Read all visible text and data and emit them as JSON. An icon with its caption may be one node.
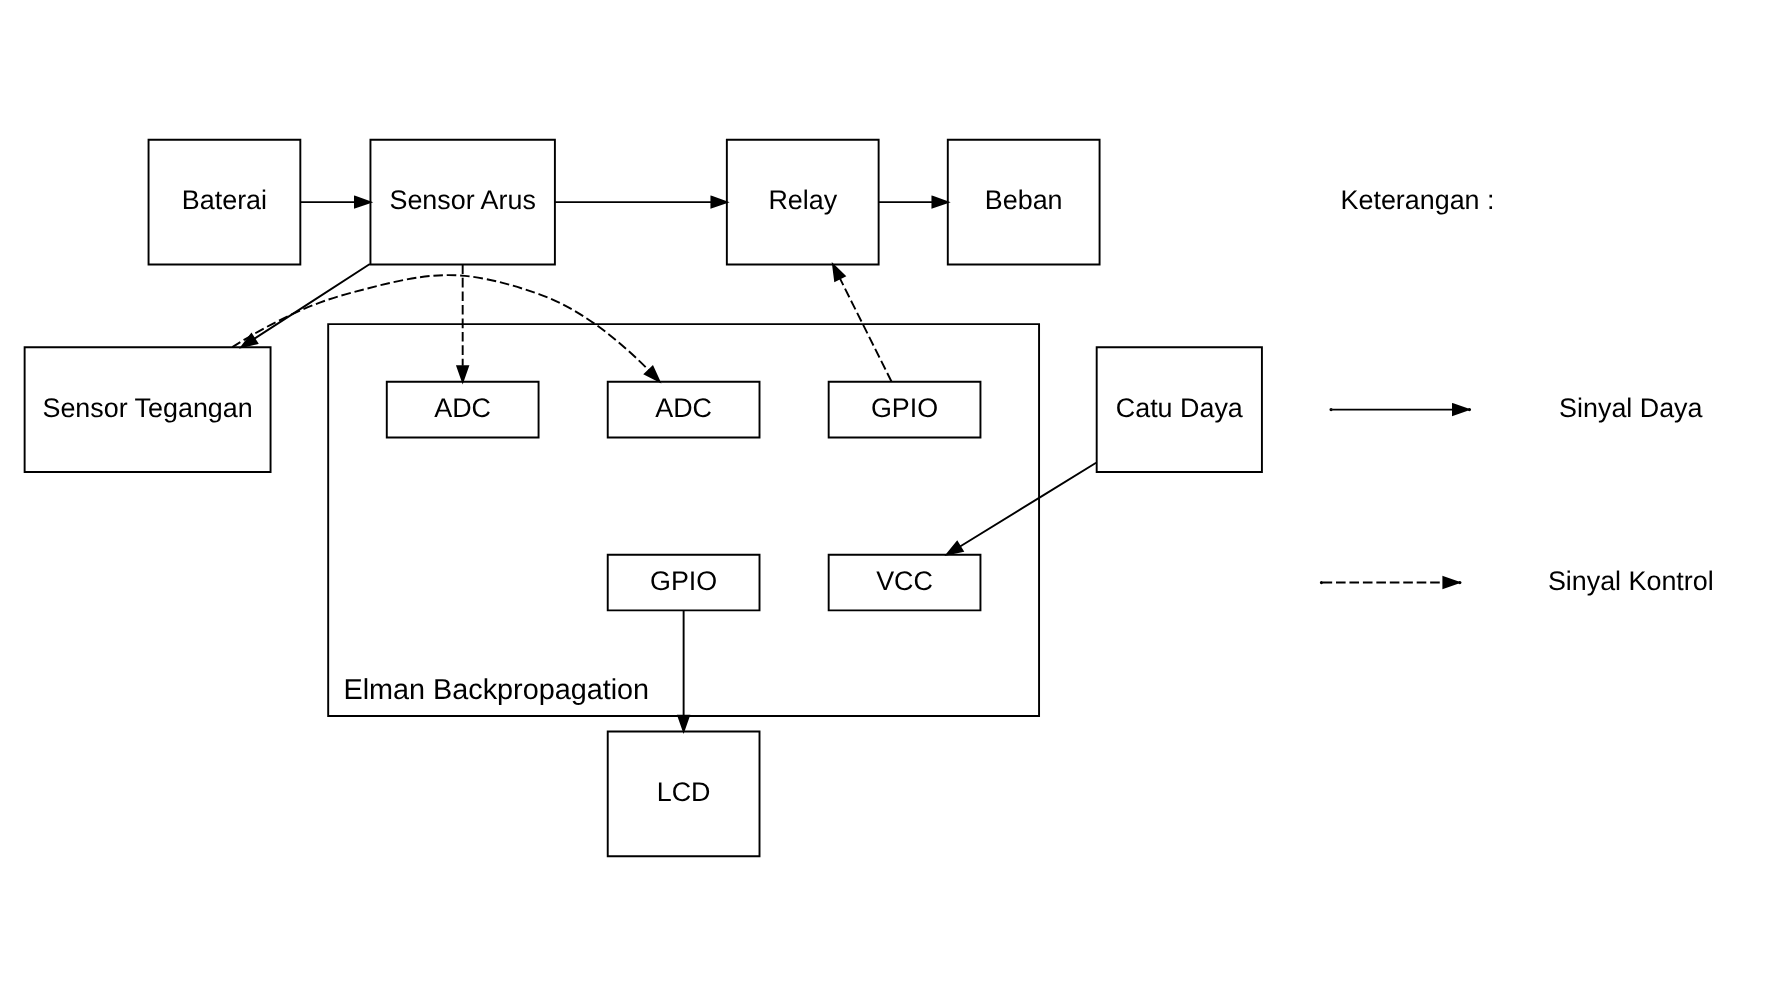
{
  "diagram": {
    "nodes": [
      {
        "text": [
          "Baterai"
        ]
      },
      {
        "text": [
          "Sensor Arus"
        ]
      },
      {
        "text": [
          "Relay"
        ]
      },
      {
        "text": [
          "Beban"
        ]
      },
      {
        "text": [
          "Sensor Tegangan"
        ]
      },
      {
        "text": [
          "Elman Backpropagation"
        ]
      },
      {
        "text": [
          "ADC"
        ],
        "in": 5
      },
      {
        "text": [
          "ADC"
        ],
        "in": 5
      },
      {
        "text": [
          "GPIO"
        ],
        "in": 5
      },
      {
        "text": [
          "GPIO"
        ],
        "in": 5
      },
      {
        "text": [
          "VCC"
        ],
        "in": 5
      },
      {
        "text": [
          "LCD"
        ]
      },
      {
        "text": [
          "Catu Daya"
        ]
      }
    ],
    "edges": [
      {
        "from": 0,
        "to": 1,
        "arrow": "to"
      },
      {
        "from": 1,
        "to": 2,
        "arrow": "to"
      },
      {
        "from": 1,
        "to": 4,
        "arrow": "to"
      },
      {
        "from": 2,
        "to": 3,
        "arrow": "to"
      },
      {
        "from": 1,
        "to": 6,
        "arrow": "to",
        "style": "dashed"
      },
      {
        "from": 4,
        "to": 7,
        "arrow": "to",
        "style": "dashed"
      },
      {
        "from": 8,
        "to": 2,
        "arrow": "to",
        "style": "dashed"
      },
      {
        "from": 9,
        "to": 11,
        "arrow": "to"
      },
      {
        "from": 12,
        "to": 10,
        "arrow": "to"
      }
    ],
    "labels": [
      "Keterangan :"
    ],
    "legend": [
      {
        "text": "Sinyal Daya"
      },
      {
        "text": "Sinyal Kontrol"
      }
    ]
  }
}
